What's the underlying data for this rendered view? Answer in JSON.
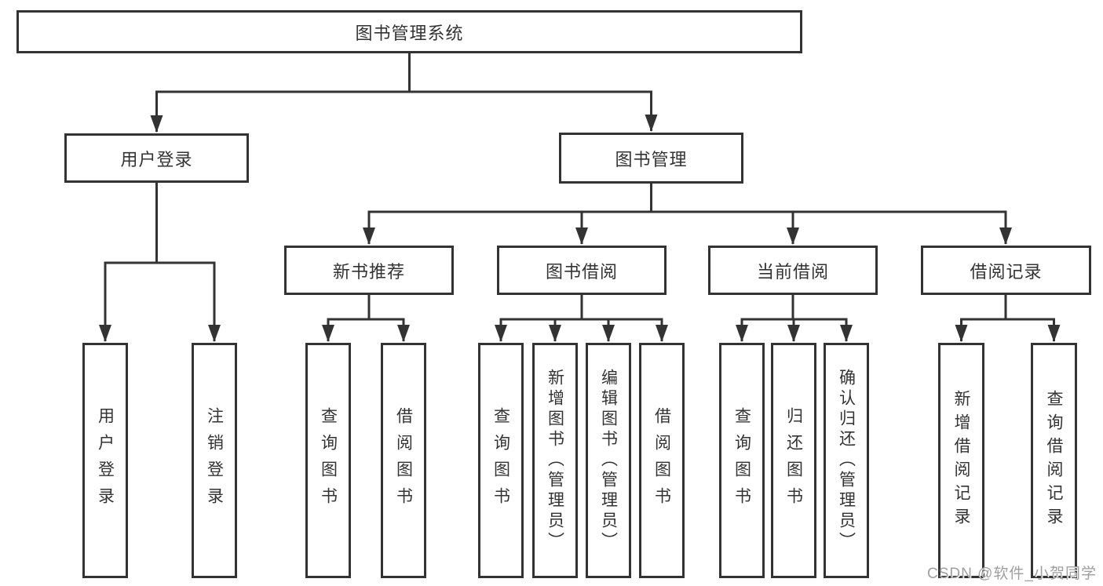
{
  "diagram": {
    "root": {
      "label": "图书管理系统"
    },
    "level2": {
      "user_login": {
        "label": "用户登录"
      },
      "book_management": {
        "label": "图书管理"
      }
    },
    "level3": {
      "new_book_recommend": {
        "label": "新书推荐"
      },
      "book_borrow": {
        "label": "图书借阅"
      },
      "current_borrow": {
        "label": "当前借阅"
      },
      "borrow_records": {
        "label": "借阅记录"
      }
    },
    "leaves": {
      "user_login": [
        "用户登录",
        "注销登录"
      ],
      "new_book_recommend": [
        "查询图书",
        "借阅图书"
      ],
      "book_borrow": [
        "查询图书",
        "新增图书（管理员）",
        "编辑图书（管理员）",
        "借阅图书"
      ],
      "current_borrow": [
        "查询图书",
        "归还图书",
        "确认归还（管理员）"
      ],
      "borrow_records": [
        "新增借阅记录",
        "查询借阅记录"
      ]
    }
  },
  "watermark": {
    "text": "CSDN @软件_小贺同学"
  },
  "colors": {
    "line": "#333333",
    "text": "#333333",
    "box_background": "#ffffff",
    "watermark": "#9f9f9f"
  }
}
